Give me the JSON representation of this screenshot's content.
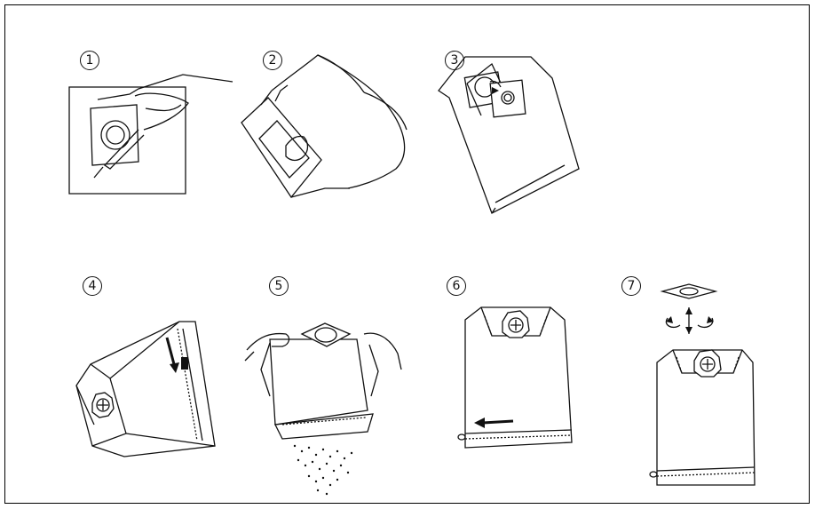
{
  "steps": [
    {
      "number": "1"
    },
    {
      "number": "2"
    },
    {
      "number": "3"
    },
    {
      "number": "4"
    },
    {
      "number": "5"
    },
    {
      "number": "6"
    },
    {
      "number": "7"
    }
  ],
  "colors": {
    "line": "#111111",
    "background": "#ffffff"
  },
  "icons": [
    "hand-cutting-icon",
    "hand-opening-bag-icon",
    "bag-with-flange-icon",
    "zipper-open-arrow-icon",
    "shake-out-dust-icon",
    "zipper-close-arrow-icon",
    "rotate-seal-icon"
  ]
}
